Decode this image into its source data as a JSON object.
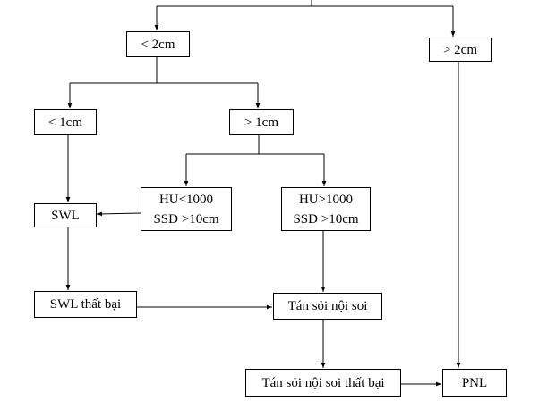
{
  "diagram": {
    "nodes": {
      "lt2": {
        "text": "< 2cm"
      },
      "gt2": {
        "text": "> 2cm"
      },
      "lt1": {
        "text": "< 1cm"
      },
      "gt1": {
        "text": "> 1cm"
      },
      "swl": {
        "text": "SWL"
      },
      "hu_low": {
        "line1": "HU<1000",
        "line2": "SSD >10cm"
      },
      "hu_high": {
        "line1": "HU>1000",
        "line2": "SSD >10cm"
      },
      "swl_fail": {
        "text": "SWL thất bại"
      },
      "endo": {
        "text": "Tán sỏi nội soi"
      },
      "endo_fail": {
        "text": "Tán sỏi nội soi thất bại"
      },
      "pnl": {
        "text": "PNL"
      }
    }
  }
}
